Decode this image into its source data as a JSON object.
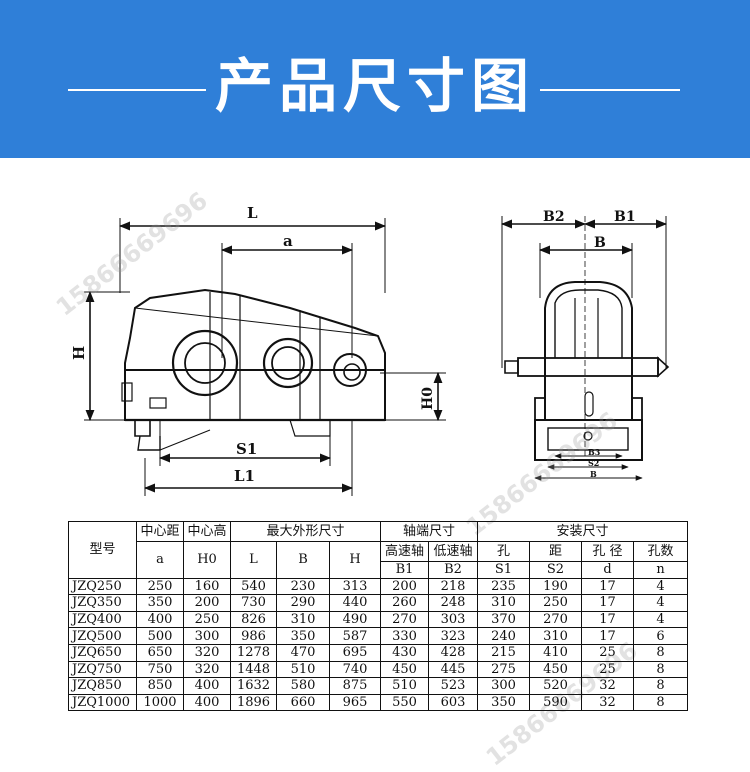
{
  "banner": {
    "title": "产品尺寸图",
    "bg_color": "#2f7fd8"
  },
  "front_view": {
    "labels": {
      "L": "L",
      "a": "a",
      "H": "H",
      "H0": "H0",
      "S1": "S1",
      "L1": "L1"
    }
  },
  "side_view": {
    "labels": {
      "B2": "B2",
      "B1": "B1",
      "B": "B",
      "B3_small": "B3",
      "S2_small": "S2",
      "B_small": "B"
    }
  },
  "watermark": "15866669696",
  "table": {
    "group_headers": {
      "model": "型号",
      "center_distance": "中心距",
      "center_height": "中心高",
      "max_dims": "最大外形尺寸",
      "shaft_end": "轴端尺寸",
      "install": "安装尺寸"
    },
    "sub_headers": {
      "high_speed": "高速轴",
      "low_speed": "低速轴",
      "hole": "孔",
      "distance": "距",
      "hole_dia": "孔 径",
      "hole_count": "孔数"
    },
    "symbols": [
      "a",
      "H0",
      "L",
      "B",
      "H",
      "B1",
      "B2",
      "S1",
      "S2",
      "d",
      "n"
    ],
    "rows": [
      [
        "JZQ250",
        "250",
        "160",
        "540",
        "230",
        "313",
        "200",
        "218",
        "235",
        "190",
        "17",
        "4"
      ],
      [
        "JZQ350",
        "350",
        "200",
        "730",
        "290",
        "440",
        "260",
        "248",
        "310",
        "250",
        "17",
        "4"
      ],
      [
        "JZQ400",
        "400",
        "250",
        "826",
        "310",
        "490",
        "270",
        "303",
        "370",
        "270",
        "17",
        "4"
      ],
      [
        "JZQ500",
        "500",
        "300",
        "986",
        "350",
        "587",
        "330",
        "323",
        "240",
        "310",
        "17",
        "6"
      ],
      [
        "JZQ650",
        "650",
        "320",
        "1278",
        "470",
        "695",
        "430",
        "428",
        "215",
        "410",
        "25",
        "8"
      ],
      [
        "JZQ750",
        "750",
        "320",
        "1448",
        "510",
        "740",
        "450",
        "445",
        "275",
        "450",
        "25",
        "8"
      ],
      [
        "JZQ850",
        "850",
        "400",
        "1632",
        "580",
        "875",
        "510",
        "523",
        "300",
        "520",
        "32",
        "8"
      ],
      [
        "JZQ1000",
        "1000",
        "400",
        "1896",
        "660",
        "965",
        "550",
        "603",
        "350",
        "590",
        "32",
        "8"
      ]
    ]
  }
}
